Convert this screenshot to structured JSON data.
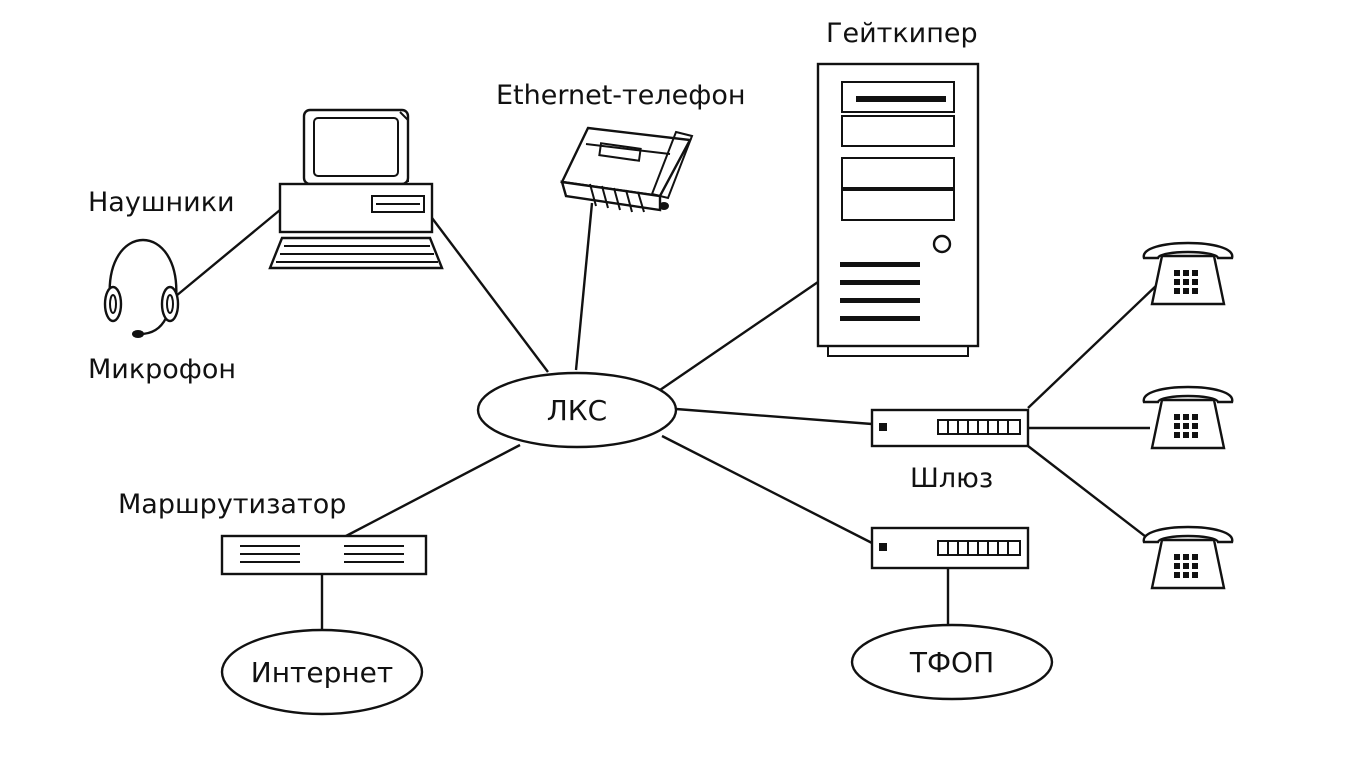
{
  "nodes": {
    "lan": "ЛКС",
    "internet": "Интернет",
    "pstn": "ТФОП"
  },
  "labels": {
    "headphones": "Наушники",
    "microphone": "Микрофон",
    "ethernet_phone": "Ethernet-телефон",
    "gatekeeper": "Гейткипер",
    "router": "Маршрутизатор",
    "gateway": "Шлюз"
  },
  "icons": {
    "computer": "computer-icon",
    "headset": "headset-icon",
    "ethernet_phone": "ethernet-phone-icon",
    "server": "server-tower-icon",
    "router": "router-icon",
    "gateway": "gateway-icon",
    "pstn_switch": "switch-icon",
    "phone": "telephone-icon"
  }
}
